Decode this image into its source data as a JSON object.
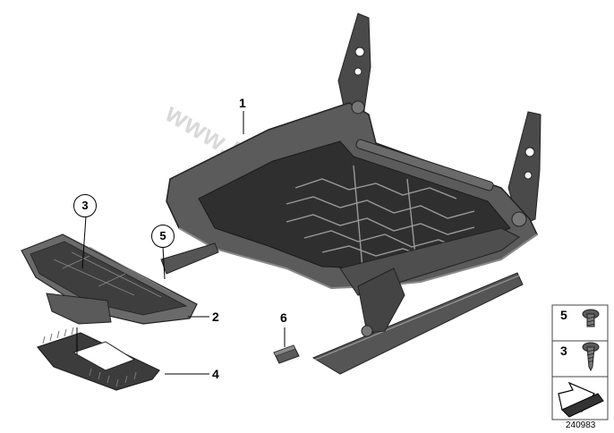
{
  "diagram": {
    "callouts": [
      {
        "id": "callout-1",
        "label": "1",
        "circled": false
      },
      {
        "id": "callout-2",
        "label": "2",
        "circled": false
      },
      {
        "id": "callout-3",
        "label": "3",
        "circled": true
      },
      {
        "id": "callout-4",
        "label": "4",
        "circled": false
      },
      {
        "id": "callout-5",
        "label": "5",
        "circled": true
      },
      {
        "id": "callout-6",
        "label": "6",
        "circled": false
      }
    ],
    "watermark": "www.BMW-part.com",
    "diagram_number": "240983"
  },
  "legend_panel": {
    "items": [
      {
        "label": "5",
        "icon": "short-screw-icon"
      },
      {
        "label": "3",
        "icon": "long-screw-icon"
      }
    ],
    "direction_icon": "arrow-corner-icon"
  },
  "colors": {
    "frame_dark": "#3a3a3a",
    "frame_mid": "#5a5a5a",
    "frame_light": "#8a8a8a",
    "leader": "#000000",
    "watermark": "#bbbbbb"
  }
}
